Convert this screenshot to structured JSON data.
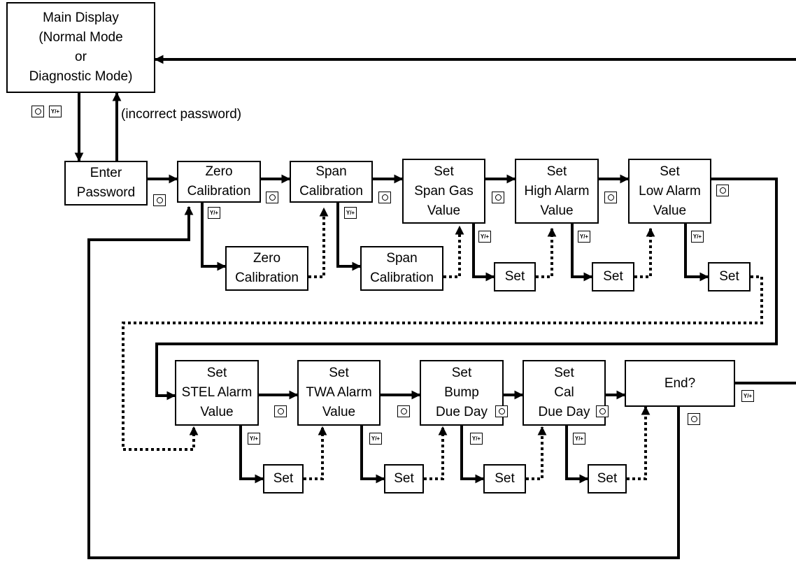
{
  "nodes": {
    "main_display": [
      "Main Display",
      "(Normal Mode",
      "or",
      "Diagnostic Mode)"
    ],
    "enter_password": [
      "Enter",
      "Password"
    ],
    "zero_calibration": [
      "Zero",
      "Calibration"
    ],
    "span_calibration": [
      "Span",
      "Calibration"
    ],
    "set_span_gas": [
      "Set",
      "Span Gas",
      "Value"
    ],
    "set_high_alarm": [
      "Set",
      "High Alarm",
      "Value"
    ],
    "set_low_alarm": [
      "Set",
      "Low Alarm",
      "Value"
    ],
    "zero_calibration_run": [
      "Zero",
      "Calibration"
    ],
    "span_calibration_run": [
      "Span",
      "Calibration"
    ],
    "set_span_gas_sub": [
      "Set"
    ],
    "set_high_alarm_sub": [
      "Set"
    ],
    "set_low_alarm_sub": [
      "Set"
    ],
    "set_stel_alarm": [
      "Set",
      "STEL Alarm",
      "Value"
    ],
    "set_twa_alarm": [
      "Set",
      "TWA Alarm",
      "Value"
    ],
    "set_bump_due": [
      "Set",
      "Bump",
      "Due Day"
    ],
    "set_cal_due": [
      "Set",
      "Cal",
      "Due Day"
    ],
    "end": [
      "End?"
    ],
    "set_stel_sub": [
      "Set"
    ],
    "set_twa_sub": [
      "Set"
    ],
    "set_bump_sub": [
      "Set"
    ],
    "set_cal_sub": [
      "Set"
    ]
  },
  "annotations": {
    "incorrect_password": "(incorrect password)"
  },
  "keys": {
    "power_icon": "power-key-icon",
    "yes_plus_label": "Y/+"
  }
}
